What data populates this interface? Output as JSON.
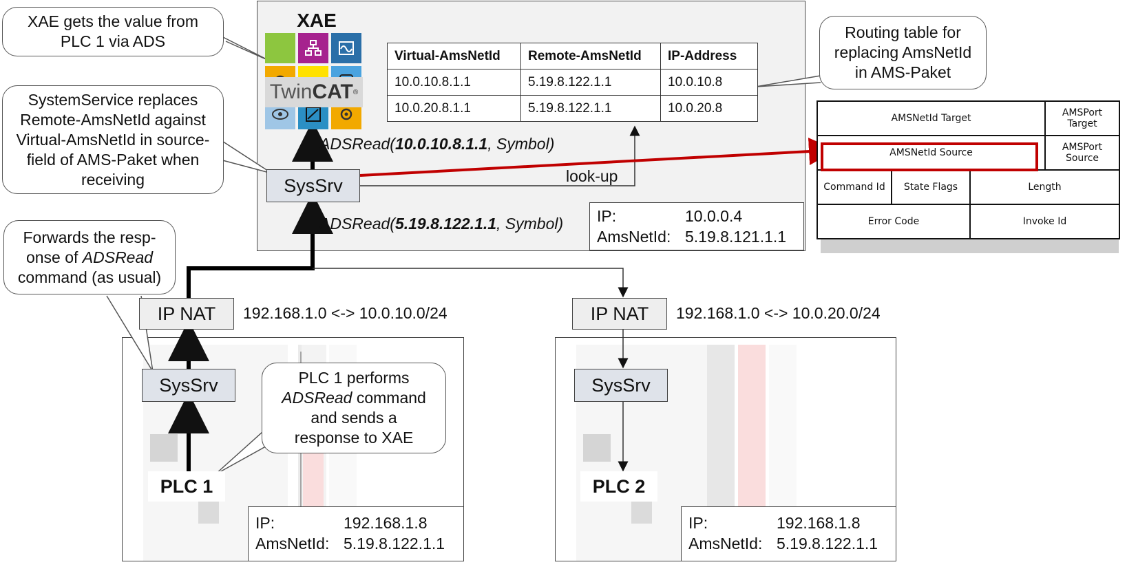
{
  "xae": {
    "title": "XAE",
    "logo_text_twin": "Twin",
    "logo_text_cat": "CAT",
    "logo_reg": "®"
  },
  "routing_table": {
    "headers": [
      "Virtual-AmsNetId",
      "Remote-AmsNetId",
      "IP-Address"
    ],
    "rows": [
      [
        "10.0.10.8.1.1",
        "5.19.8.122.1.1",
        "10.0.10.8"
      ],
      [
        "10.0.20.8.1.1",
        "5.19.8.122.1.1",
        "10.0.20.8"
      ]
    ]
  },
  "callouts": {
    "xae_gets": "XAE gets the value from PLC 1 via ADS",
    "system_service": "SystemService replaces Remote-AmsNetId against Virtual-AmsNetId in source-field of AMS-Paket when receiving",
    "forwards_line1": "Forwards the resp-",
    "forwards_line2_a": "onse of ",
    "forwards_line2_b": "ADSRead",
    "forwards_line3": "command (as usual)",
    "routing_table": "Routing table for replacing AmsNetId in AMS-Paket",
    "plc1_line1": "PLC 1 performs",
    "plc1_line2_a": "ADSRead",
    "plc1_line2_b": " command",
    "plc1_line3": "and sends a",
    "plc1_line4": "response to XAE"
  },
  "adsread_top": {
    "fn": "ADSRead(",
    "id": "10.0.10.8.1.1",
    "rest": ", Symbol)"
  },
  "adsread_bottom": {
    "fn": "ADSRead(",
    "id": "5.19.8.122.1.1",
    "rest": ", Symbol)"
  },
  "lookup_label": "look-up",
  "sysserv_label": "SysSrv",
  "xae_info": {
    "ip_key": "IP:",
    "ip_val": "10.0.0.4",
    "ams_key": "AmsNetId:",
    "ams_val": "5.19.8.121.1.1"
  },
  "nat_left": {
    "label": "IP NAT",
    "mapping": "192.168.1.0 <-> 10.0.10.0/24"
  },
  "nat_right": {
    "label": "IP NAT",
    "mapping": "192.168.1.0 <-> 10.0.20.0/24"
  },
  "plc1": {
    "label": "PLC 1",
    "ip_key": "IP:",
    "ip_val": "192.168.1.8",
    "ams_key": "AmsNetId:",
    "ams_val": "5.19.8.122.1.1"
  },
  "plc2": {
    "label": "PLC 2",
    "ip_key": "IP:",
    "ip_val": "192.168.1.8",
    "ams_key": "AmsNetId:",
    "ams_val": "5.19.8.122.1.1"
  },
  "ams_header": {
    "netid_target": "AMSNetId Target",
    "port_target": "AMSPort Target",
    "netid_source": "AMSNetId Source",
    "port_source": "AMSPort Source",
    "command_id": "Command Id",
    "state_flags": "State Flags",
    "length": "Length",
    "error_code": "Error Code",
    "invoke_id": "Invoke Id"
  },
  "colors": {
    "highlight": "#c00000",
    "sysserv_fill": "#dfe3ea",
    "xae_fill": "#f2f2f2"
  }
}
